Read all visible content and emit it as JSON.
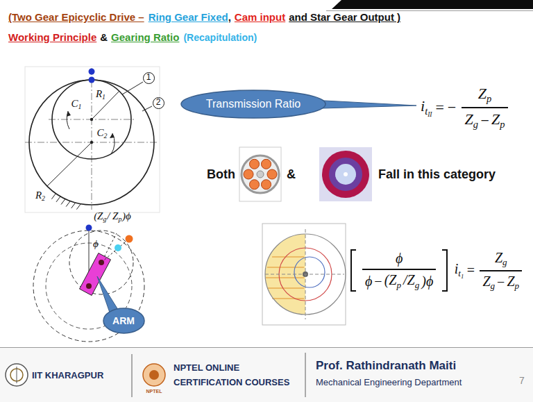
{
  "diagram": {
    "nodes": [
      {
        "text": [
          "Transmission Ratio"
        ]
      },
      {
        "text": [
          "ARM"
        ]
      }
    ],
    "labels": [
      "(Two Gear Epicyclic Drive –",
      "Ring Gear Fixed",
      ",",
      "Cam input",
      "and Star Gear Output )",
      "Working Principle",
      "&",
      "Gearing Ratio",
      "(Recapitulation)",
      "1",
      "2",
      "R",
      "1",
      "C",
      "1",
      "C",
      "2",
      "R",
      "2",
      "(Z",
      "g",
      "/ Z",
      "p",
      ")ϕ",
      "ϕ",
      "i",
      "t",
      "II",
      "=",
      "−",
      "Z",
      "p",
      "Z",
      "g",
      "−",
      "Z",
      "p",
      "Both",
      "&",
      "Fall in this category",
      "ϕ",
      "ϕ",
      "−",
      "(Z",
      "p",
      "/Z",
      "g",
      ")ϕ",
      "i",
      "t",
      "1",
      "=",
      "Z",
      "g",
      "Z",
      "g",
      "−",
      "Z",
      "p",
      "IIT KHARAGPUR",
      "NPTEL ONLINE",
      "CERTIFICATION COURSES",
      "NPTEL",
      "Prof. Rathindranath Maiti",
      "Mechanical Engineering Department",
      "7"
    ]
  }
}
